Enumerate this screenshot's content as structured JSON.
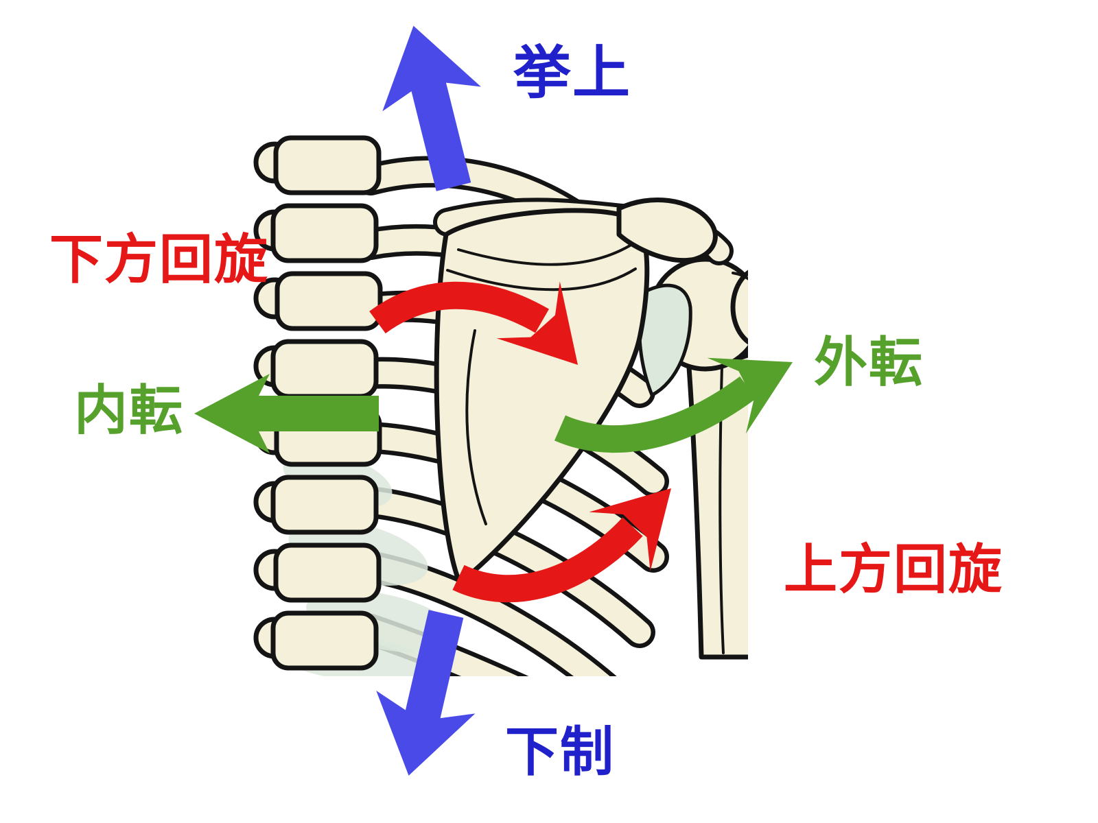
{
  "colors": {
    "background": "#ffffff",
    "arrow_blue": "#4a4ae8",
    "text_blue": "#2121cc",
    "red": "#e61717",
    "green": "#56a02c",
    "bone_fill": "#f4f0da",
    "bone_stroke": "#141414",
    "cartilage": "#dce8dc"
  },
  "labels": {
    "elevation": "挙上",
    "depression": "下制",
    "adduction": "内転",
    "abduction": "外転",
    "downward_rotation": "下方回旋",
    "upward_rotation": "上方回旋"
  }
}
